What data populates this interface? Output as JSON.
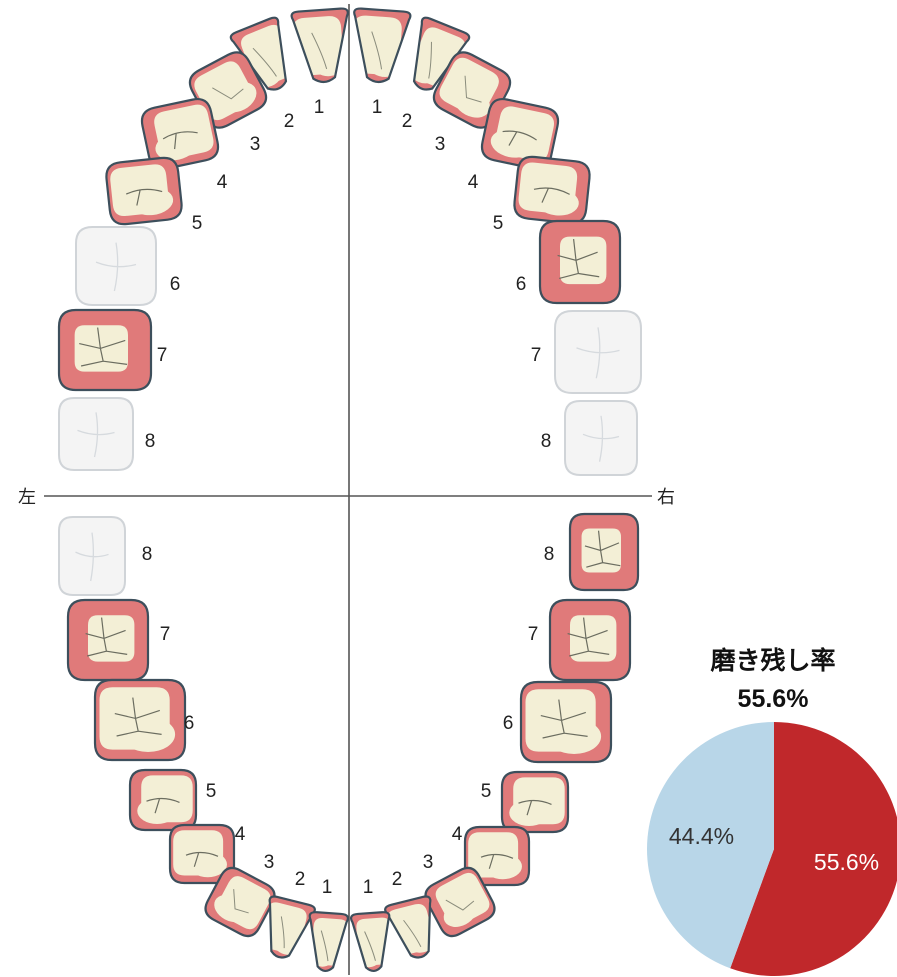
{
  "labels": {
    "left_side": "左",
    "right_side": "右"
  },
  "colors": {
    "plaque": "#e07a7a",
    "tooth_fill": "#f3efd6",
    "tooth_outline": "#3d4f5c",
    "tooth_inactive_fill": "#f4f4f4",
    "tooth_inactive_outline": "#d0d4d8",
    "midline": "#555555",
    "pie_remaining": "#c0282b",
    "pie_clean": "#b8d6e8"
  },
  "summary": {
    "title": "磨き残し率",
    "percentage": "55.6%"
  },
  "teeth": {
    "upper_left": [
      {
        "number": "1",
        "state": "plaque"
      },
      {
        "number": "2",
        "state": "plaque"
      },
      {
        "number": "3",
        "state": "plaque"
      },
      {
        "number": "4",
        "state": "plaque"
      },
      {
        "number": "5",
        "state": "plaque"
      },
      {
        "number": "6",
        "state": "missing"
      },
      {
        "number": "7",
        "state": "heavy"
      },
      {
        "number": "8",
        "state": "missing"
      }
    ],
    "upper_right": [
      {
        "number": "1",
        "state": "plaque"
      },
      {
        "number": "2",
        "state": "plaque"
      },
      {
        "number": "3",
        "state": "plaque"
      },
      {
        "number": "4",
        "state": "plaque"
      },
      {
        "number": "5",
        "state": "plaque"
      },
      {
        "number": "6",
        "state": "heavy"
      },
      {
        "number": "7",
        "state": "missing"
      },
      {
        "number": "8",
        "state": "missing"
      }
    ],
    "lower_left": [
      {
        "number": "8",
        "state": "missing"
      },
      {
        "number": "7",
        "state": "heavy"
      },
      {
        "number": "6",
        "state": "plaque"
      },
      {
        "number": "5",
        "state": "plaque"
      },
      {
        "number": "4",
        "state": "plaque"
      },
      {
        "number": "3",
        "state": "plaque"
      },
      {
        "number": "2",
        "state": "plaque"
      },
      {
        "number": "1",
        "state": "plaque"
      }
    ],
    "lower_right": [
      {
        "number": "8",
        "state": "heavy"
      },
      {
        "number": "7",
        "state": "heavy"
      },
      {
        "number": "6",
        "state": "plaque"
      },
      {
        "number": "5",
        "state": "plaque"
      },
      {
        "number": "4",
        "state": "plaque"
      },
      {
        "number": "3",
        "state": "plaque"
      },
      {
        "number": "2",
        "state": "plaque"
      },
      {
        "number": "1",
        "state": "plaque"
      }
    ]
  },
  "chart_data": {
    "type": "pie",
    "title": "磨き残し率",
    "slices": [
      {
        "value": 55.6,
        "label": "55.6%",
        "color": "#c0282b"
      },
      {
        "value": 44.4,
        "label": "44.4%",
        "color": "#b8d6e8"
      }
    ]
  }
}
